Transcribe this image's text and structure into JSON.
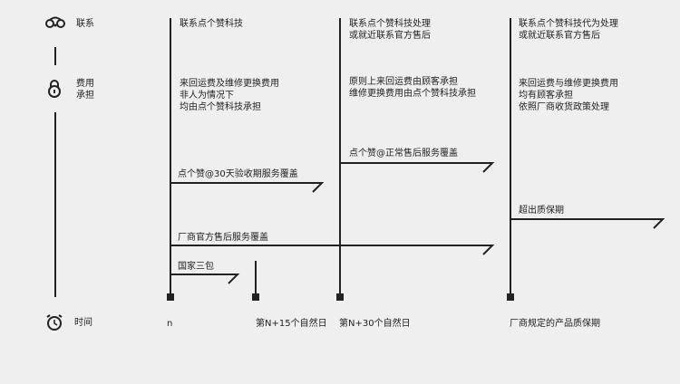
{
  "left_labels": {
    "contact": "联系",
    "cost": [
      "费用",
      "承担"
    ],
    "time": "时间"
  },
  "icons": {
    "contact": "phone-icon",
    "cost": "lock-icon",
    "time": "alarm-clock-icon"
  },
  "columns": {
    "c1": {
      "contact": "联系点个赞科技",
      "cost": [
        "来回运费及维修更换费用",
        "非人为情况下",
        "均由点个赞科技承担"
      ]
    },
    "c2": {
      "contact": [
        "联系点个赞科技处理",
        "或就近联系官方售后"
      ],
      "cost": [
        "原则上来回运费由顾客承担",
        "维修更换费用由点个赞科技承担"
      ]
    },
    "c3": {
      "contact": [
        "联系点个赞科技代为处理",
        "或就近联系官方售后"
      ],
      "cost": [
        "来回运费与维修更换费用",
        "均有顾客承担",
        "依照厂商收货政策处理"
      ]
    }
  },
  "coverage": {
    "inspection": "点个赞@30天验收期服务覆盖",
    "normal": "点个赞@正常售后服务覆盖",
    "beyond": "超出质保期",
    "vendor": "厂商官方售后服务覆盖",
    "three_guarantees": "国家三包"
  },
  "timeline": {
    "t0": "n",
    "t1": "第N+15个自然日",
    "t2": "第N+30个自然日",
    "t3": "厂商规定的产品质保期"
  }
}
